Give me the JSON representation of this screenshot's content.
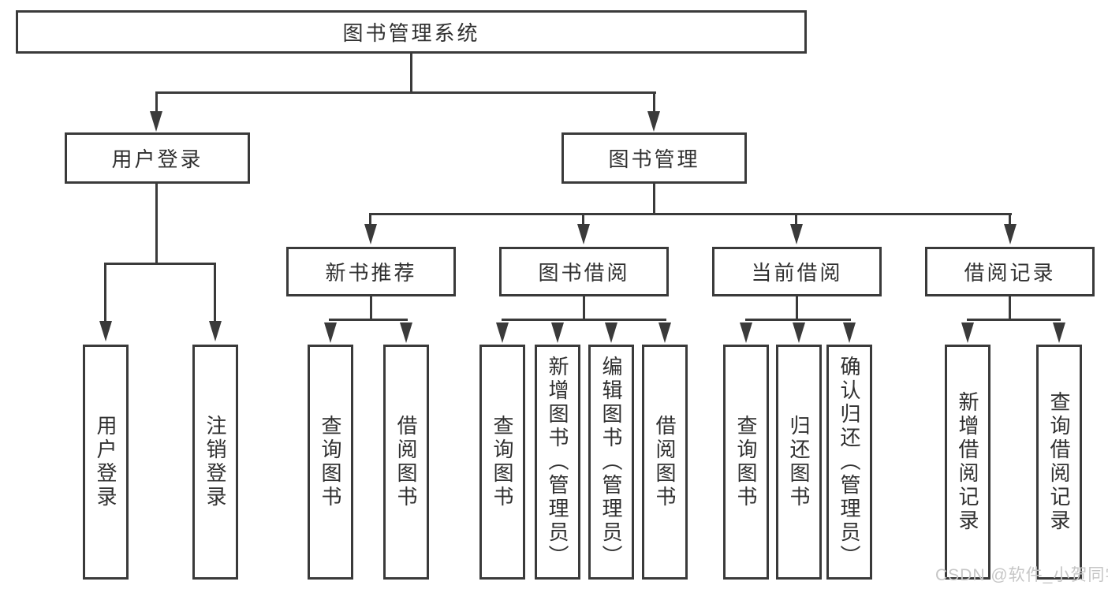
{
  "root": {
    "label": "图书管理系统"
  },
  "level1": {
    "user_login": {
      "label": "用户登录"
    },
    "book_mgmt": {
      "label": "图书管理"
    }
  },
  "level2": {
    "new_books": {
      "label": "新书推荐"
    },
    "borrow": {
      "label": "图书借阅"
    },
    "current": {
      "label": "当前借阅"
    },
    "records": {
      "label": "借阅记录"
    }
  },
  "leaves": {
    "user_login": [
      "用户登录",
      "注销登录"
    ],
    "new_books": [
      "查询图书",
      "借阅图书"
    ],
    "borrow": [
      "查询图书",
      "新增图书（管理员）",
      "编辑图书（管理员）",
      "借阅图书"
    ],
    "current": [
      "查询图书",
      "归还图书",
      "确认归还（管理员）"
    ],
    "records": [
      "新增借阅记录",
      "查询借阅记录"
    ]
  },
  "watermark": {
    "text": "CSDN @软件_小贺同学",
    "color": "#c6c6c6"
  },
  "colors": {
    "line": "#3a3a3a",
    "text": "#303030",
    "background": "#ffffff"
  }
}
